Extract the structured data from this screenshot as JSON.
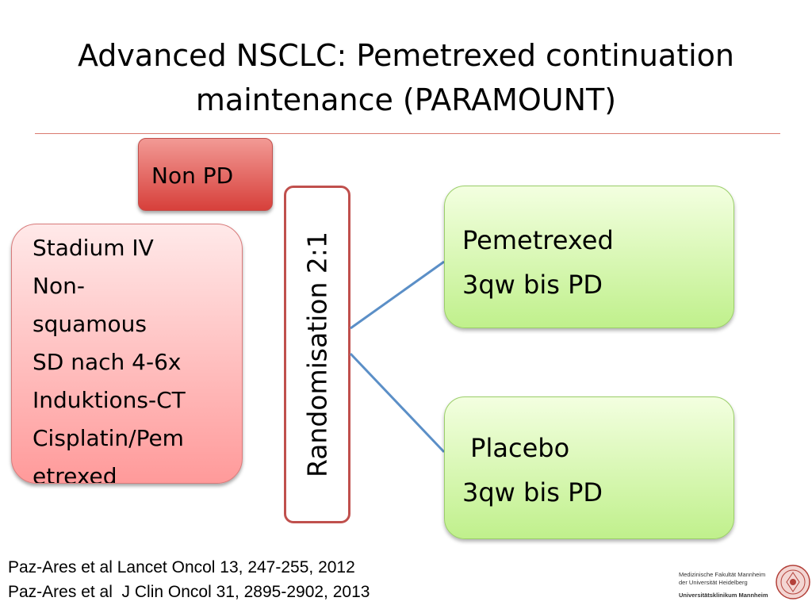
{
  "slide": {
    "title_line1": "Advanced NSCLC:  Pemetrexed continuation",
    "title_line2": "maintenance (PARAMOUNT)"
  },
  "diagram": {
    "nonpd_label": "Non PD",
    "inclusion_lines": [
      "Stadium IV",
      "Non-",
      "squamous",
      "SD nach 4-6x",
      "Induktions-CT",
      "Cisplatin/Pem",
      "etrexed"
    ],
    "randomisation_label": "Randomisation 2:1",
    "arm1_line1": "Pemetrexed",
    "arm1_line2": "3qw bis PD",
    "arm2_line1": " Placebo",
    "arm2_line2": "3qw bis PD"
  },
  "references": {
    "line1": "Paz-Ares et al Lancet Oncol 13, 247-255, 2012",
    "line2": "Paz-Ares et al  J Clin Oncol 31, 2895-2902, 2013"
  },
  "logo": {
    "line1": "Medizinische Fakultät Mannheim",
    "line2": "der Universität Heidelberg",
    "line3": "Universitätsklinikum Mannheim"
  },
  "colors": {
    "nonpd": "#d7403b",
    "inclusion": "#ff9a9a",
    "randomisation_border": "#c0504d",
    "arms": "#c0f08c",
    "connector": "#5b8fc7"
  }
}
